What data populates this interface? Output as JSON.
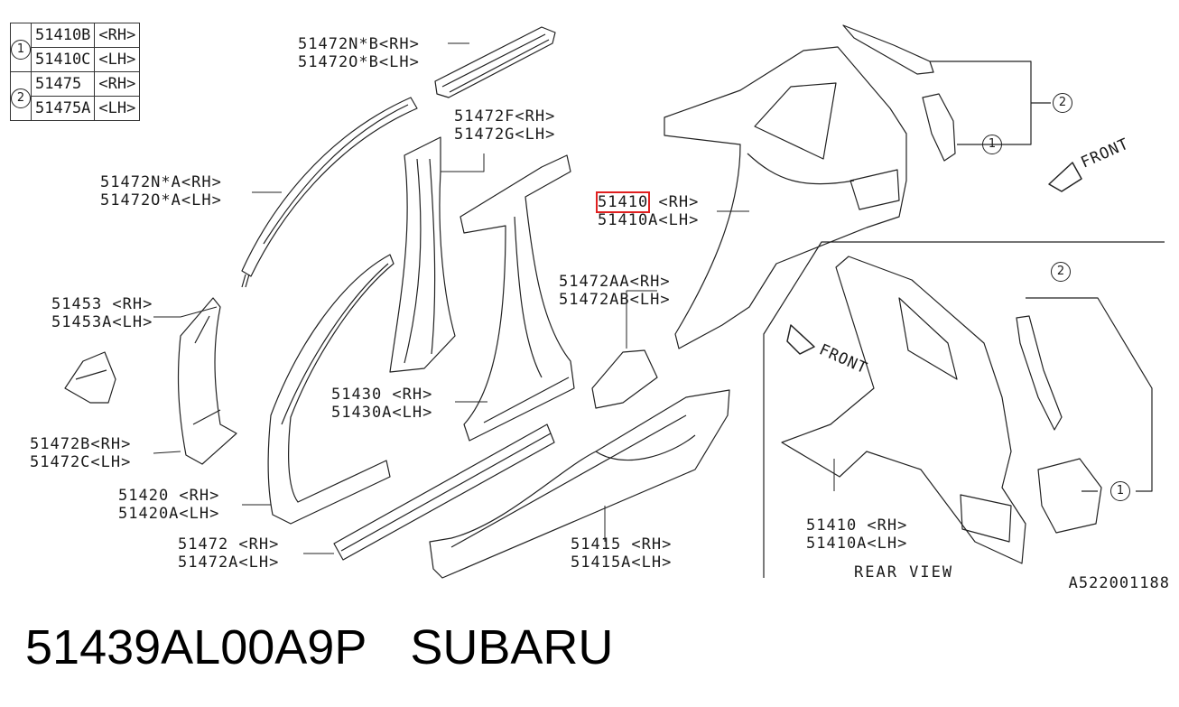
{
  "legend": [
    {
      "marker": "1",
      "part": "51410B",
      "side": "<RH>"
    },
    {
      "marker": "",
      "part": "51410C",
      "side": "<LH>"
    },
    {
      "marker": "2",
      "part": "51475",
      "side": "<RH>"
    },
    {
      "marker": "",
      "part": "51475A",
      "side": "<LH>"
    }
  ],
  "labels": {
    "roof_rail_rear_rh": "51472N*B<RH>",
    "roof_rail_rear_lh": "51472O*B<LH>",
    "pillar_f_rh": "51472F<RH>",
    "pillar_g_lh": "51472G<LH>",
    "roof_rail_front_rh": "51472N*A<RH>",
    "roof_rail_front_lh": "51472O*A<LH>",
    "quarter_rh": "51410",
    "quarter_rh_side": " <RH>",
    "quarter_lh": "51410A<LH>",
    "bracket_53_rh": "51453 <RH>",
    "bracket_53_lh": "51453A<LH>",
    "aa_rh": "51472AA<RH>",
    "ab_lh": "51472AB<LH>",
    "b_rh": "51472B<RH>",
    "c_lh": "51472C<LH>",
    "pillar_30_rh": "51430 <RH>",
    "pillar_30_lh": "51430A<LH>",
    "front_pillar_rh": "51420 <RH>",
    "front_pillar_lh": "51420A<LH>",
    "sill_inner_rh": "51472 <RH>",
    "sill_inner_lh": "51472A<LH>",
    "sill_outer_rh": "51415 <RH>",
    "sill_outer_lh": "51415A<LH>",
    "rear_quarter_rh": "51410 <RH>",
    "rear_quarter_lh": "51410A<LH>",
    "callout_1": "1",
    "callout_2": "2",
    "callout_2b": "2",
    "callout_1b": "1"
  },
  "front_label": "FRONT",
  "rear_view": "REAR VIEW",
  "diagram_ref": "A522001188",
  "footer": {
    "part_number": "51439AL00A9P",
    "brand": "SUBARU"
  },
  "highlight_color": "#e02020"
}
